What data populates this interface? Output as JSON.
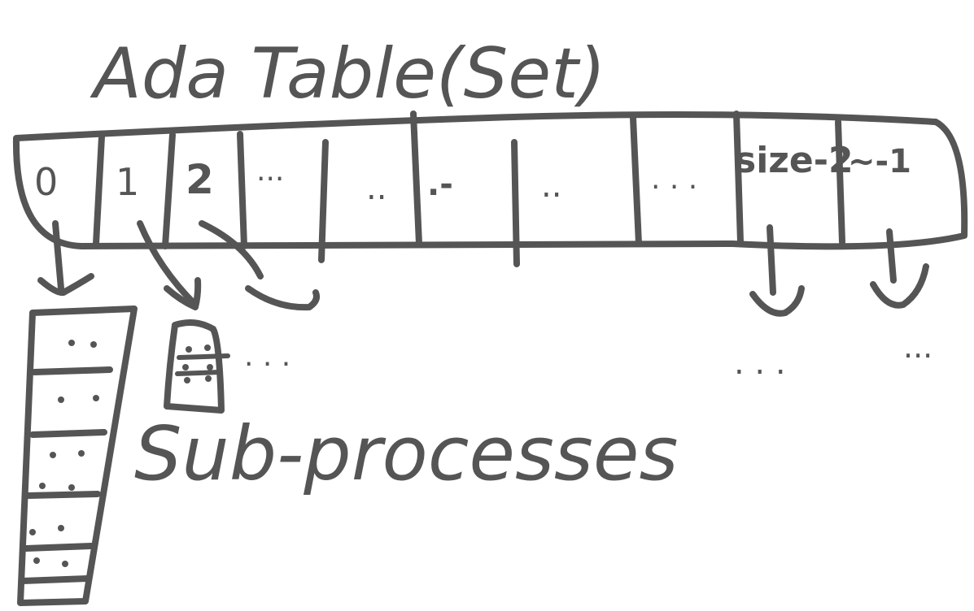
{
  "diagram": {
    "title": "Ada Table(Set)",
    "ink_color": "#555555",
    "background": "#ffffff",
    "cells": [
      {
        "label": "0"
      },
      {
        "label": "1"
      },
      {
        "label": "2"
      },
      {
        "label": "..."
      },
      {
        "label": ".."
      },
      {
        "label": ".-"
      },
      {
        "label": ".."
      },
      {
        "label": ". . ."
      },
      {
        "label": "size-2"
      },
      {
        "label": "~-1"
      }
    ],
    "ellipsis_near": ". . .",
    "ellipsis_far_1": ". . .",
    "ellipsis_far_2": "...",
    "caption": "Sub-processes"
  }
}
